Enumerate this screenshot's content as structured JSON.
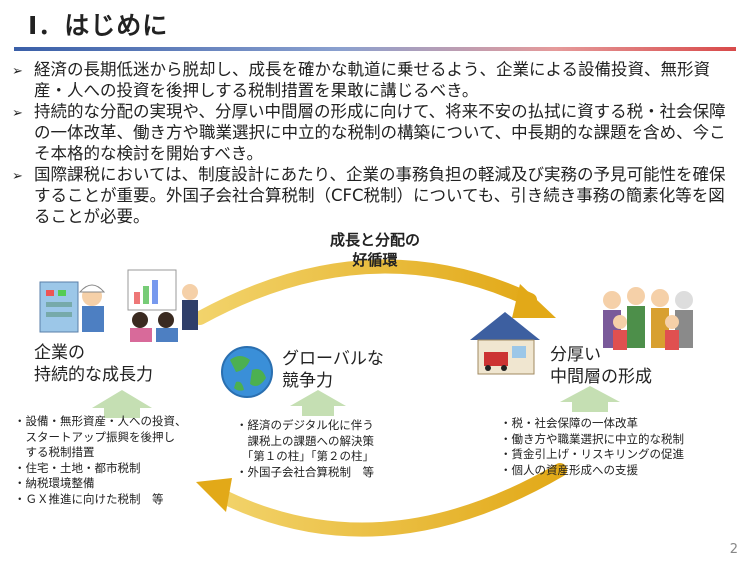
{
  "title": "Ⅰ．はじめに",
  "bullets": [
    "経済の長期低迷から脱却し、成長を確かな軌道に乗せるよう、企業による設備投資、無形資産・人への投資を後押しする税制措置を果敢に講じるべき。",
    "持続的な分配の実現や、分厚い中間層の形成に向けて、将来不安の払拭に資する税・社会保障の一体改革、働き方や職業選択に中立的な税制の構築について、中長期的な課題を含め、今こそ本格的な検討を開始すべき。",
    "国際課税においては、制度設計にあたり、企業の事務負担の軽減及び実務の予見可能性を確保することが重要。外国子会社合算税制（CFC税制）についても、引き続き事務の簡素化等を図ることが必要。"
  ],
  "cycle_title": [
    "成長と分配の",
    "好循環"
  ],
  "nodes": {
    "left": {
      "label": [
        "企業の",
        "持続的な成長力"
      ],
      "items": [
        "・設備・無形資産・人への投資、",
        "　スタートアップ振興を後押し",
        "　する税制措置",
        "・住宅・土地・都市税制",
        "・納税環境整備",
        "・ＧＸ推進に向けた税制　等"
      ]
    },
    "center": {
      "label": [
        "グローバルな",
        "競争力"
      ],
      "items": [
        "・経済のデジタル化に伴う",
        "　課税上の課題への解決策",
        "　「第１の柱」「第２の柱」",
        "・外国子会社合算税制　等"
      ]
    },
    "right": {
      "label": [
        "分厚い",
        "中間層の形成"
      ],
      "items": [
        "・税・社会保障の一体改革",
        "・働き方や職業選択に中立的な税制",
        "・賃金引上げ・リスキリングの促進",
        "・個人の資産形成への支援"
      ]
    }
  },
  "page_number": "2",
  "colors": {
    "arrow_gold": "#e6b41e",
    "up_arrow_green": "#c5dfb3"
  }
}
